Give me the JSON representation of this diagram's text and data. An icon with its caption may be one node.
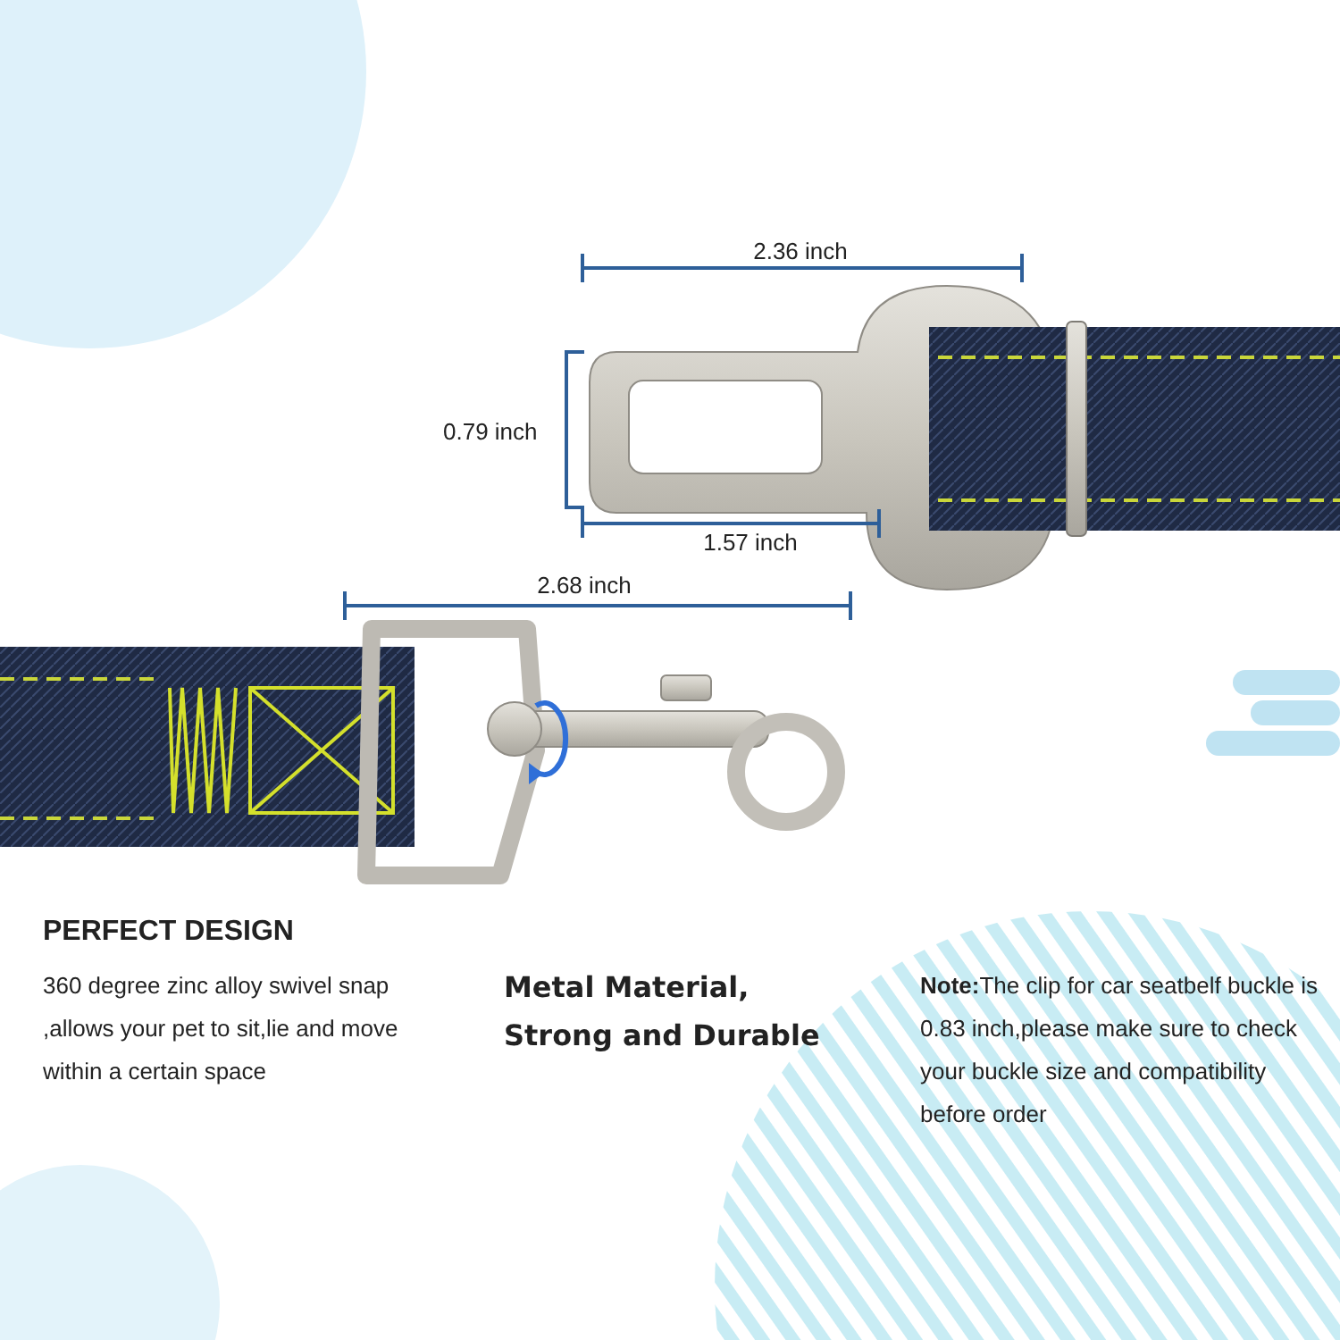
{
  "diagram": {
    "labels": [
      "2.36 inch",
      "0.79 inch",
      "1.57 inch",
      "2.68 inch",
      "PERFECT DESIGN",
      "360 degree zinc alloy swivel snap ,allows your pet to sit,lie and move within a certain space",
      "Metal Material, Strong and Durable",
      "**Note:**The clip for car seatbelf buckle is 0.83 inch,please make sure to check your buckle size and compatibility before order"
    ]
  }
}
